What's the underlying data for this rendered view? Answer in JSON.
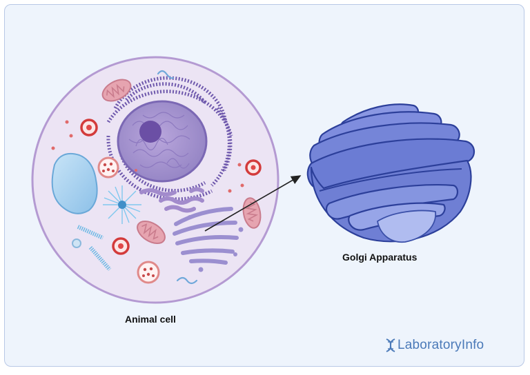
{
  "labels": {
    "animal_cell": "Animal cell",
    "golgi_apparatus": "Golgi Apparatus"
  },
  "logo": {
    "text": "LaboratoryInfo",
    "icon": "dna-icon",
    "color": "#4a79b8"
  },
  "colors": {
    "background": "#eef4fc",
    "frame_border": "#b8c8e6",
    "cell_membrane": "#b49ad2",
    "cytoplasm": "#ece4f4",
    "nucleus": "#a08cc8",
    "golgi": "#6f7fd4",
    "mitochondria": "#e6a4b0",
    "vacuole": "#9ccbed"
  }
}
